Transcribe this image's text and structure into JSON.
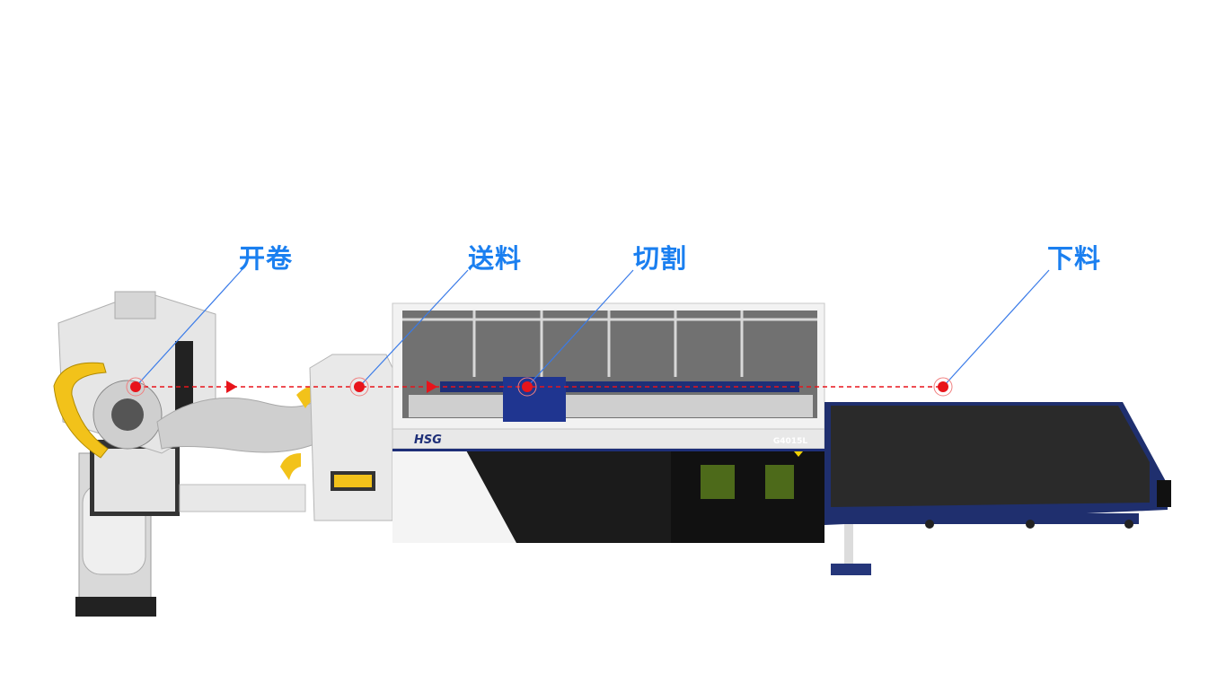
{
  "stages": [
    {
      "label": "开卷"
    },
    {
      "label": "送料"
    },
    {
      "label": "切割"
    },
    {
      "label": "下料"
    }
  ],
  "machine": {
    "brand": "HSG",
    "model": "G4015L"
  },
  "colors": {
    "label": "#1a7ff0",
    "flow_line": "#e8141b",
    "leader_line": "#3a7be8"
  }
}
